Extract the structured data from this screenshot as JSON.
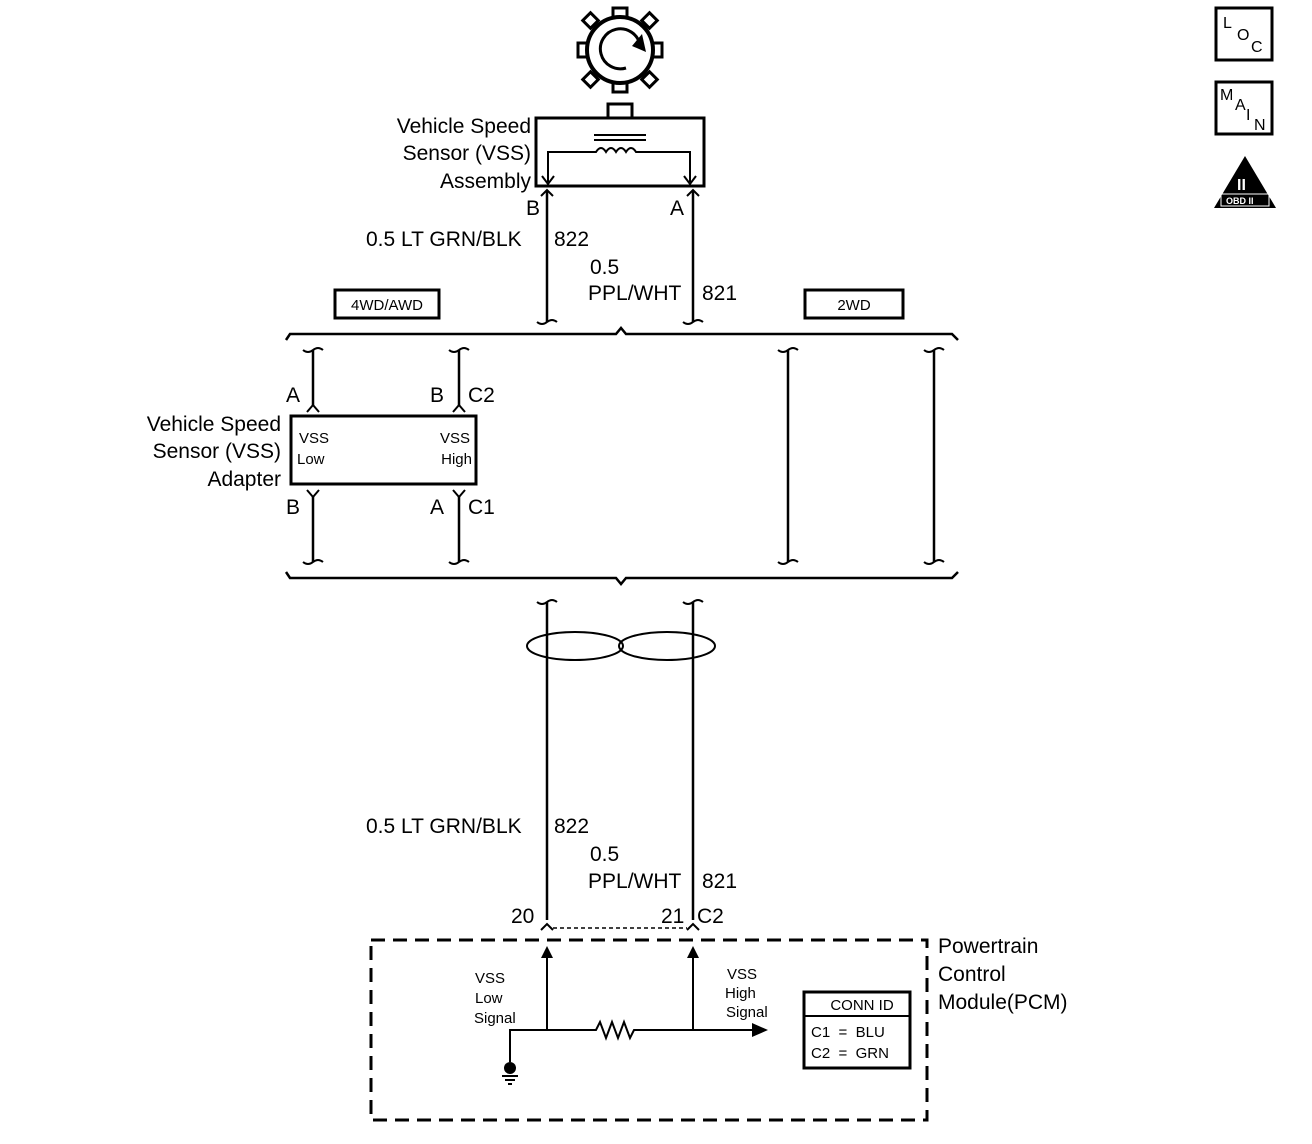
{
  "icons": {
    "loc": [
      "L",
      "O",
      "C"
    ],
    "main": [
      "M",
      "A",
      "I",
      "N"
    ],
    "obd": {
      "top": "II",
      "bottom": "OBD II"
    }
  },
  "sensor": {
    "name_lines": [
      "Vehicle Speed",
      "Sensor (VSS)",
      "Assembly"
    ],
    "pin_b": "B",
    "pin_a": "A"
  },
  "wires_top": {
    "low": {
      "label": "0.5 LT GRN/BLK",
      "circuit": "822"
    },
    "high": {
      "size": "0.5",
      "label": "PPL/WHT",
      "circuit": "821"
    }
  },
  "options": {
    "left": "4WD/AWD",
    "right": "2WD"
  },
  "adapter": {
    "name_lines": [
      "Vehicle Speed",
      "Sensor (VSS)",
      "Adapter"
    ],
    "pin_top_a": "A",
    "pin_top_b": "B",
    "conn_top": "C2",
    "pin_bot_b": "B",
    "pin_bot_a": "A",
    "conn_bot": "C1",
    "inner_left": [
      "VSS",
      "Low"
    ],
    "inner_right": [
      "VSS",
      "High"
    ]
  },
  "wires_bottom": {
    "low": {
      "label": "0.5 LT GRN/BLK",
      "circuit": "822"
    },
    "high": {
      "size": "0.5",
      "label": "PPL/WHT",
      "circuit": "821"
    }
  },
  "pcm": {
    "pin_low": "20",
    "pin_high": "21",
    "conn": "C2",
    "name_lines": [
      "Powertrain",
      "Control",
      "Module(PCM)"
    ],
    "low_signal": [
      "VSS",
      "Low",
      "Signal"
    ],
    "high_signal": [
      "VSS",
      "High",
      "Signal"
    ],
    "conn_id": {
      "title": "CONN ID",
      "rows": [
        "C1  =  BLU",
        "C2  =  GRN"
      ]
    }
  }
}
